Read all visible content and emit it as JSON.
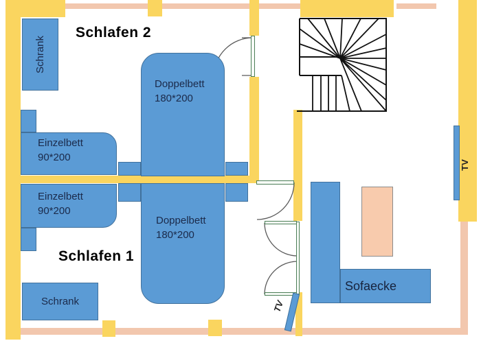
{
  "rooms": {
    "schlafen2": {
      "label": "Schlafen 2"
    },
    "schlafen1": {
      "label": "Schlafen 1"
    },
    "sofaecke": {
      "label": "Sofaecke"
    }
  },
  "furniture": {
    "wardrobe_top": {
      "label": "Schrank"
    },
    "wardrobe_bottom": {
      "label": "Schrank"
    },
    "single_bed_top": {
      "label": "Einzelbett",
      "size": "90*200"
    },
    "single_bed_bottom": {
      "label": "Einzelbett",
      "size": "90*200"
    },
    "double_bed_top": {
      "label": "Doppelbett",
      "size": "180*200"
    },
    "double_bed_bottom": {
      "label": "Doppelbett",
      "size": "180*200"
    },
    "tv_wall": {
      "label": "TV"
    },
    "tv_corridor": {
      "label": "TV"
    }
  },
  "colors": {
    "wall_yellow": "#FAD55F",
    "wall_salmon": "#F2C7AE",
    "furniture_fill": "#5B9BD5",
    "furniture_border": "#41719C",
    "table_fill": "#F8CBAD",
    "table_border": "#8C8C8C",
    "door_frame_green": "#4C7E57",
    "stair_line": "#111111",
    "label_text": "#1B2A4A",
    "title_text": "#000000"
  }
}
